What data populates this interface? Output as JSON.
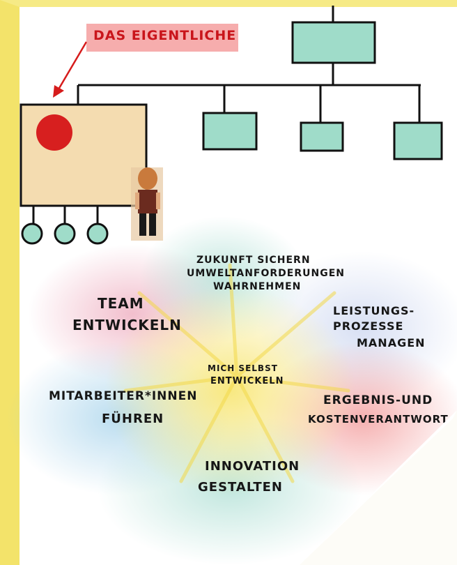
{
  "header_label": "DAS EIGENTLICHE",
  "center_label_line1": "MICH SELBST",
  "center_label_line2": "ENTWICKELN",
  "petals": [
    {
      "id": "team",
      "line1": "TEAM",
      "line2": "ENTWICKELN",
      "color": "#e78aa4"
    },
    {
      "id": "zukunft",
      "line1": "ZUKUNFT SICHERN",
      "line2": "UMWELTANFORDERUNGEN",
      "line3": "WAHRNEHMEN",
      "color": "#8fd3c4"
    },
    {
      "id": "leistung",
      "line1": "LEISTUNGS-",
      "line2": "PROZESSE",
      "line3": "MANAGEN",
      "color": "#b8c6ea"
    },
    {
      "id": "mitarbeiter",
      "line1": "MITARBEITER*INNEN",
      "line2": "FÜHREN",
      "color": "#8ec7e6"
    },
    {
      "id": "ergebnis",
      "line1": "ERGEBNIS-UND",
      "line2": "KOSTENVERANTWORT",
      "color": "#ef7c7c"
    },
    {
      "id": "innovation",
      "line1": "INNOVATION",
      "line2": "GESTALTEN",
      "color": "#87d1c7"
    }
  ],
  "colors": {
    "frame_yellow": "#f3e36a",
    "box_teal": "#9fdcc9",
    "box_beige": "#f4dcb0",
    "dot_red": "#d71f1f",
    "header_red": "#ef6a6a",
    "center_yellow": "#f7e46a"
  }
}
